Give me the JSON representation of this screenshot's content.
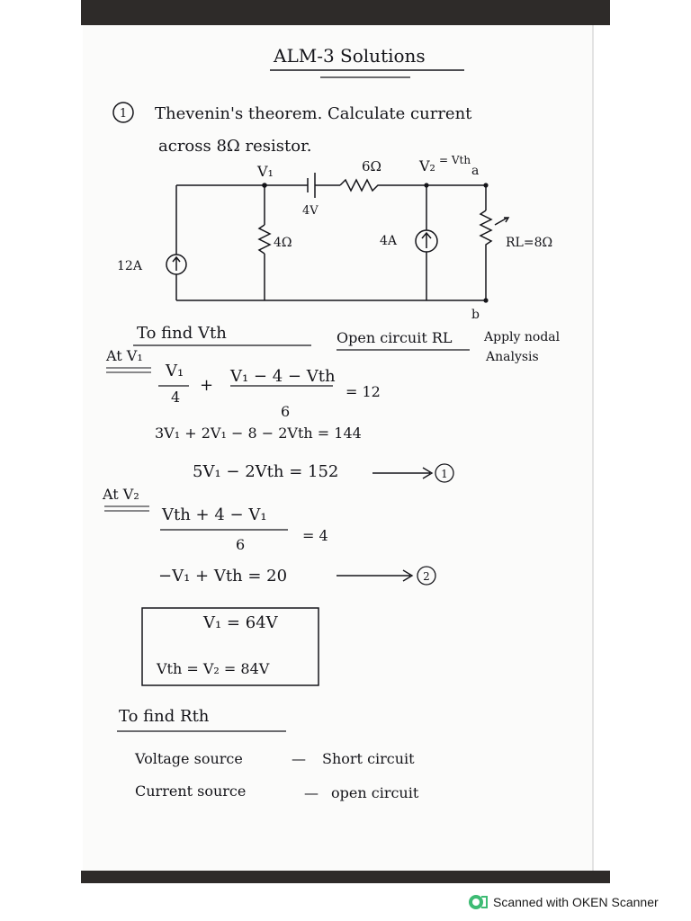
{
  "title": "ALM-3 Solutions",
  "problem": {
    "number": "1",
    "statement_line1": "Thevenin's theorem. Calculate current",
    "statement_line2": "across 8Ω resistor."
  },
  "circuit": {
    "node_v1": "V₁",
    "node_v2": "V₂",
    "v2_note": "= Vth",
    "resistor_6": "6Ω",
    "source_4v": "4V",
    "resistor_4": "4Ω",
    "source_4a": "4A",
    "source_12a": "12A",
    "load": "RL=8Ω",
    "terminal_a": "a",
    "terminal_b": "b"
  },
  "vth_section": {
    "heading": "To find Vth",
    "open_circuit": "Open circuit RL",
    "apply_nodal_line1": "Apply nodal",
    "apply_nodal_line2": "Analysis",
    "at_v1": "At V₁",
    "eq1_term1_num": "V₁",
    "eq1_term1_den": "4",
    "eq1_plus": "+",
    "eq1_term2_num": "V₁ − 4 − Vth",
    "eq1_term2_den": "6",
    "eq1_rhs": "= 12",
    "eq1_expand": "3V₁ + 2V₁ − 8 − 2Vth = 144",
    "eq1_simplified": "5V₁ − 2Vth = 152",
    "eq1_tag": "1",
    "at_v2": "At V₂",
    "eq2_num": "Vth + 4 − V₁",
    "eq2_den": "6",
    "eq2_rhs": "= 4",
    "eq2_simplified": "−V₁ + Vth = 20",
    "eq2_tag": "2",
    "result_v1": "V₁ = 64V",
    "result_vth": "Vth = V₂ = 84V"
  },
  "rth_section": {
    "heading": "To find Rth",
    "rule1_left": "Voltage source",
    "rule1_dash": "—",
    "rule1_right": "Short circuit",
    "rule2_left": "Current source",
    "rule2_dash": "—",
    "rule2_right": "open circuit"
  },
  "footer": {
    "scanner_label": "Scanned with OKEN Scanner",
    "scanner_icon": "oken-scanner-logo-icon"
  }
}
